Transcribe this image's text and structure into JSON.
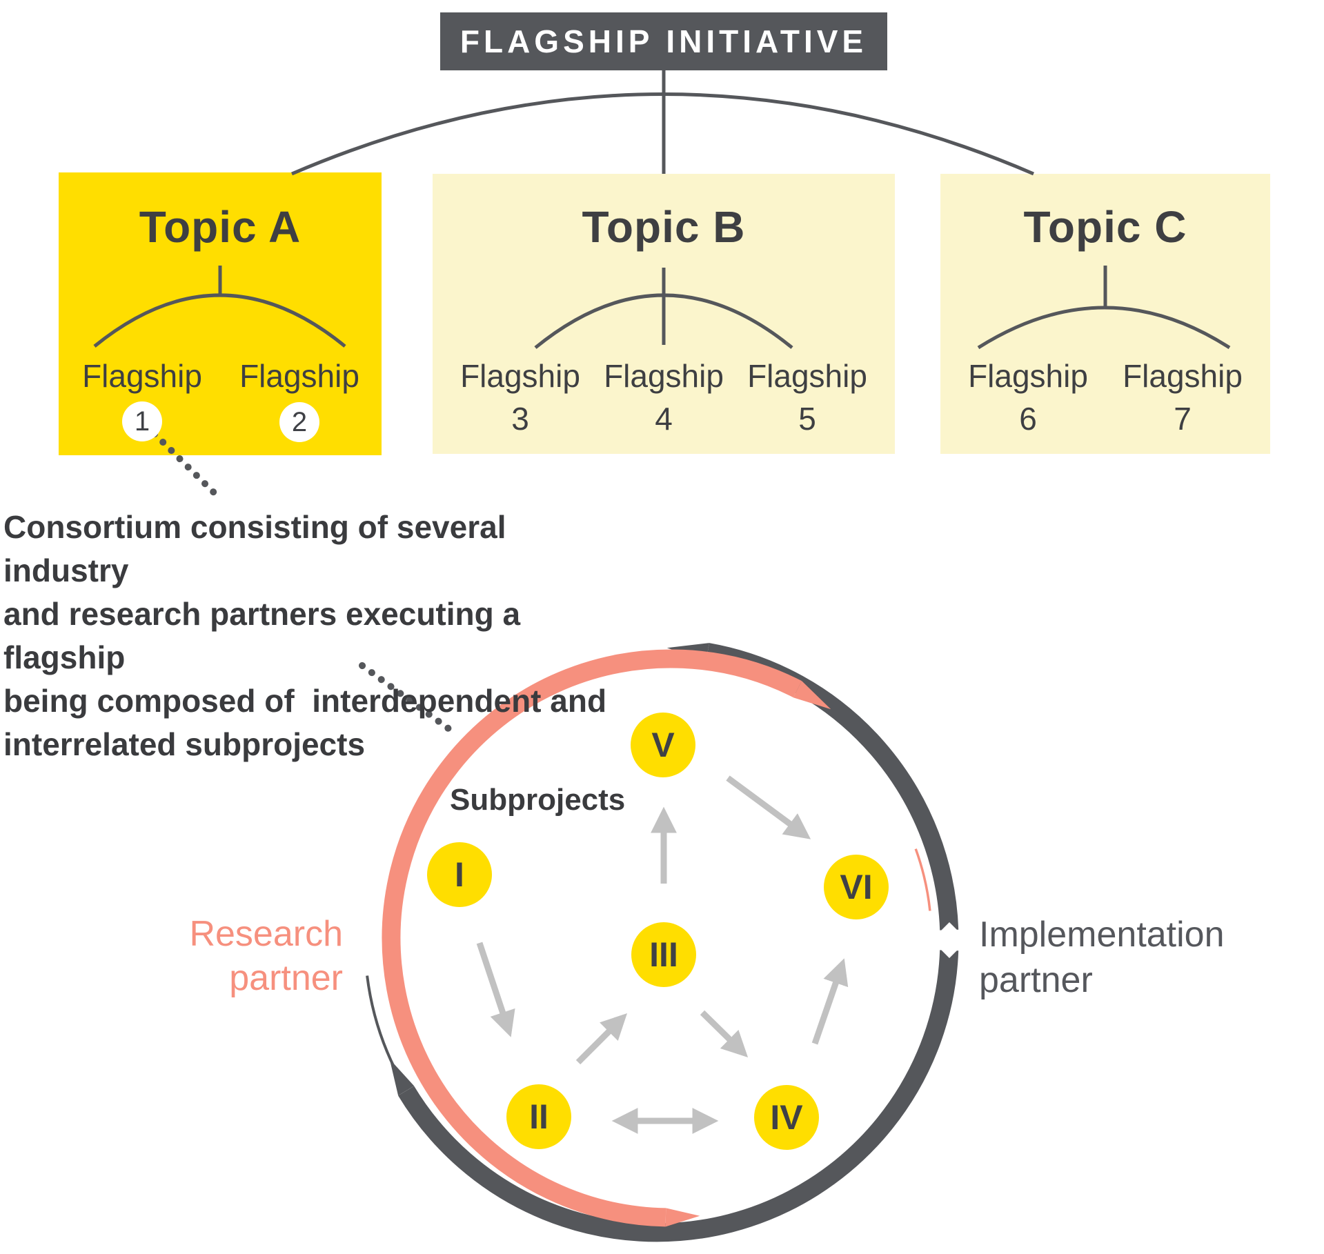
{
  "header": {
    "title": "FLAGSHIP INITIATIVE"
  },
  "topics": [
    {
      "title": "Topic A",
      "flagships": [
        {
          "label": "Flagship",
          "number": "1"
        },
        {
          "label": "Flagship",
          "number": "2"
        }
      ]
    },
    {
      "title": "Topic B",
      "flagships": [
        {
          "label": "Flagship",
          "number": "3"
        },
        {
          "label": "Flagship",
          "number": "4"
        },
        {
          "label": "Flagship",
          "number": "5"
        }
      ]
    },
    {
      "title": "Topic C",
      "flagships": [
        {
          "label": "Flagship",
          "number": "6"
        },
        {
          "label": "Flagship",
          "number": "7"
        }
      ]
    }
  ],
  "annotation": {
    "text": "Consortium consisting of several industry\nand research partners executing a flagship\nbeing composed of  interdependent and\ninterrelated subprojects"
  },
  "flagship_detail": {
    "subprojects_label": "Subprojects",
    "nodes": [
      "V",
      "I",
      "VI",
      "III",
      "II",
      "IV"
    ],
    "research_partner": "Research\npartner",
    "implementation_partner": "Implementation\npartner"
  },
  "colors": {
    "highlight_yellow": "#FFDE00",
    "pale_yellow": "#FBF5CC",
    "slate_gray": "#55575B",
    "salmon": "#F6907E",
    "arrow_gray": "#C1C1C1",
    "text_dark": "#3A3B3E",
    "white": "#FFFFFF"
  }
}
